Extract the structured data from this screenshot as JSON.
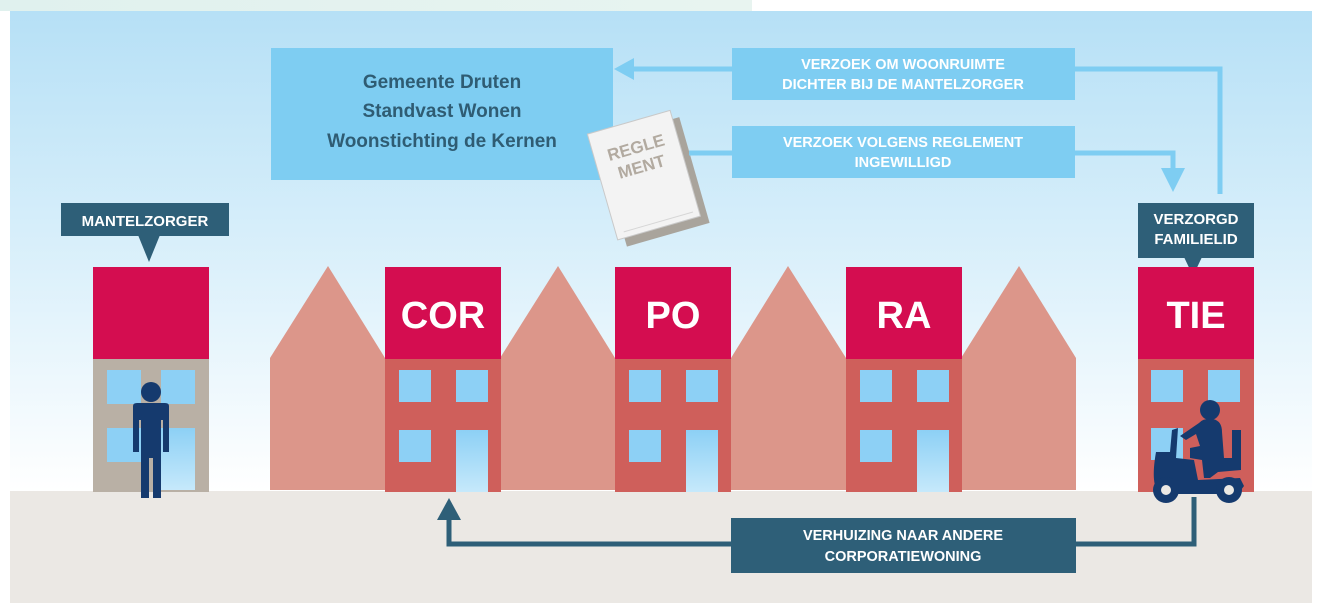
{
  "organizations": {
    "lines": [
      "Gemeente Druten",
      "Standvast Wonen",
      "Woonstichting de Kernen"
    ]
  },
  "reglement": {
    "line1": "REGLE",
    "line2": "MENT"
  },
  "requests": {
    "housing_request": [
      "VERZOEK OM WOONRUIMTE",
      "DICHTER BIJ DE MANTELZORGER"
    ],
    "granted": [
      "VERZOEK VOLGENS REGLEMENT",
      "INGEWILLIGD"
    ]
  },
  "people": {
    "caregiver": "MANTELZORGER",
    "cared_relative": [
      "VERZORGD",
      "FAMILIELID"
    ]
  },
  "houses": [
    "COR",
    "PO",
    "RA",
    "TIE"
  ],
  "move": [
    "VERHUIZING NAAR ANDERE",
    "CORPORATIEWONING"
  ],
  "colors": {
    "sky": "#bfe3f6",
    "ground": "#ebe8e4",
    "org_box": "#7ecdf2",
    "label_box": "#2e5f78",
    "roof_red": "#d40d50",
    "facade_red": "#cf5f5b",
    "gable": "#dc968a",
    "window": "#8dd0f5",
    "person": "#153a6e"
  }
}
